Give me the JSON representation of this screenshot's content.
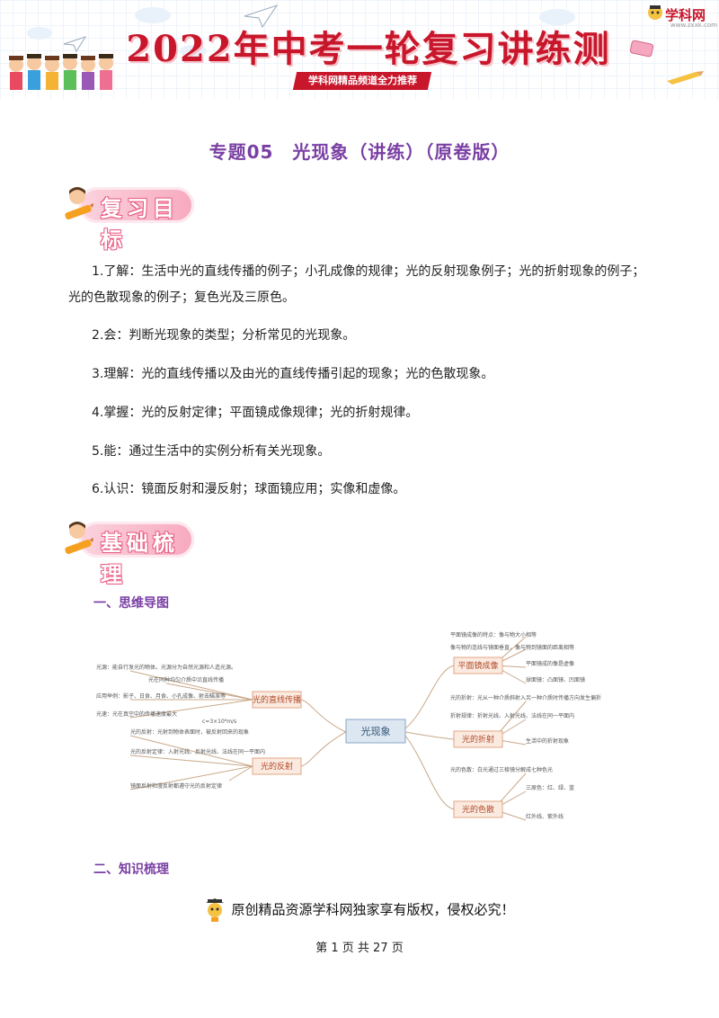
{
  "banner": {
    "title": "2022年中考一轮复习讲练测",
    "subtitle": "学科网精品频道全力推荐",
    "logo_text": "学科网",
    "logo_url": "www.zxxk.com"
  },
  "doc_title": "专题05　光现象（讲练）（原卷版）",
  "sections": {
    "review_goals": "复习目标",
    "basics": "基础梳理"
  },
  "objectives": [
    "1.了解：生活中光的直线传播的例子；小孔成像的规律；光的反射现象例子；光的折射现象的例子；",
    "光的色散现象的例子；复色光及三原色。",
    "2.会：判断光现象的类型；分析常见的光现象。",
    "3.理解：光的直线传播以及由光的直线传播引起的现象；光的色散现象。",
    "4.掌握：光的反射定律；平面镜成像规律；光的折射规律。",
    "5.能：通过生活中的实例分析有关光现象。",
    "6.认识：镜面反射和漫反射；球面镜应用；实像和虚像。"
  ],
  "subheads": {
    "mindmap": "一、思维导图",
    "knowledge": "二、知识梳理"
  },
  "mindmap": {
    "center": "光现象",
    "branches": [
      "光的直线传播",
      "光的反射",
      "平面镜成像",
      "光的折射",
      "光的色散"
    ],
    "left_notes": [
      "光源：能自行发光的物体。光源分为自然光源和人造光源。",
      "光在同种均匀介质中沿直线传播",
      "应用举例：影子、日食、月食、小孔成像、射击瞄准等",
      "光速：光在真空中的传播速度最大",
      "c=3×10⁸m/s",
      "光的反射：光射到物体表面时，被反射回来的现象",
      "光的反射定律：入射光线、反射光线、法线在同一平面内",
      "镜面反射和漫反射都遵守光的反射定律"
    ],
    "right_notes": [
      "平面镜成像的特点：像与物大小相等",
      "像与物的连线与镜面垂直，像与物到镜面的距离相等",
      "平面镜成的像是虚像",
      "球面镜：凸面镜、凹面镜",
      "光的折射：光从一种介质斜射入另一种介质时传播方向发生偏折",
      "折射规律：折射光线、入射光线、法线在同一平面内",
      "生活中的折射现象",
      "光的色散：白光通过三棱镜分解成七种色光",
      "三原色：红、绿、蓝",
      "红外线、紫外线"
    ]
  },
  "copyright": "原创精品资源学科网独家享有版权，侵权必究！",
  "page": "第 1 页 共 27 页"
}
